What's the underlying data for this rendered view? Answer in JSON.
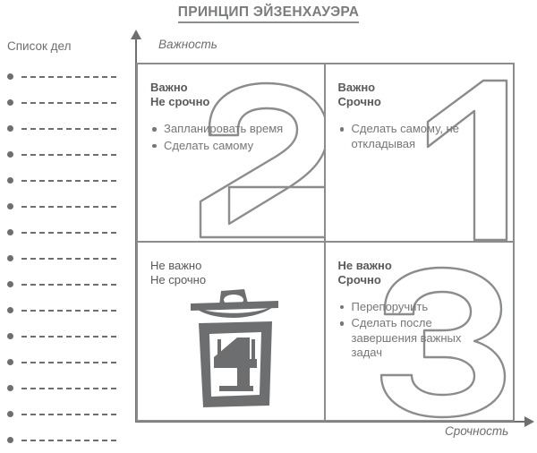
{
  "title": "ПРИНЦИП ЭЙЗЕНХАУЭРА",
  "todo": {
    "label": "Список дел",
    "row_count": 15,
    "bullet_icon": "filled-circle-bullet",
    "line_style": "dashed"
  },
  "axes": {
    "y_label": "Важность",
    "x_label": "Срочность",
    "y_arrow_icon": "arrow-up-icon",
    "x_arrow_icon": "arrow-right-icon"
  },
  "quadrants": [
    {
      "id": "q2",
      "number": "2",
      "position": "top-left",
      "heading": "Важно\nНе срочно",
      "heading_bold": true,
      "items": [
        "Запланировать время",
        "Сделать самому"
      ]
    },
    {
      "id": "q1",
      "number": "1",
      "position": "top-right",
      "heading": "Важно\nСрочно",
      "heading_bold": true,
      "items": [
        "Сделать самому, не откладывая"
      ]
    },
    {
      "id": "q4",
      "number": "4",
      "position": "bottom-left",
      "heading": "Не важно\nНе срочно",
      "heading_bold": false,
      "items": [],
      "icon": "trash-bin-icon"
    },
    {
      "id": "q3",
      "number": "3",
      "position": "bottom-right",
      "heading": "Не важно\nСрочно",
      "heading_bold": true,
      "items": [
        "Перепоручить",
        "Сделать после завершения важных задач"
      ]
    }
  ],
  "colors": {
    "title": "#7a7b7d",
    "heading": "#58595b",
    "body_text": "#767778",
    "line": "#8b8c8e",
    "axis": "#6d6e70",
    "trash_fill": "#6d6e70",
    "background": "#ffffff"
  }
}
